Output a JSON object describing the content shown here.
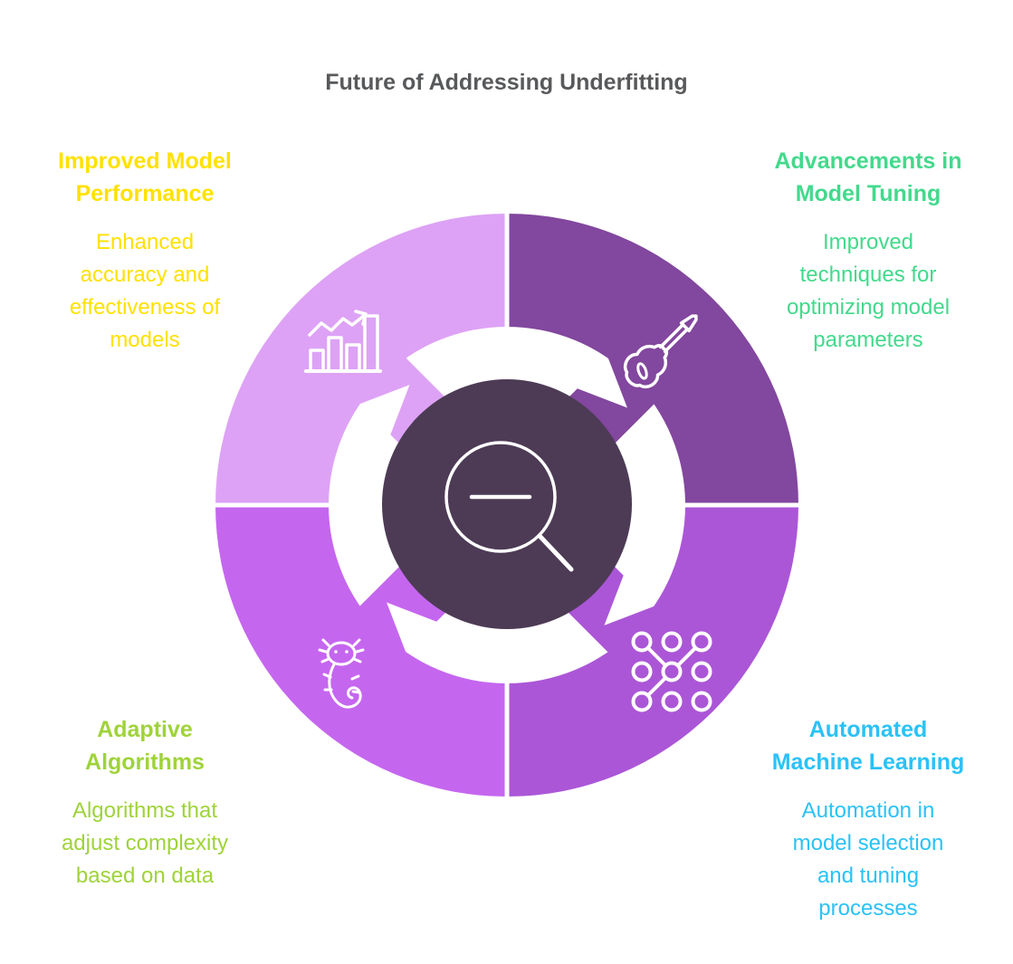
{
  "title": "Future of Addressing Underfitting",
  "center": {
    "icon": "zoom-out-magnifier-icon",
    "color": "#4d3b55",
    "icon_color": "#ffffff"
  },
  "divider_color": "#ffffff",
  "segments": [
    {
      "position": "top-left",
      "heading": "Improved Model\nPerformance",
      "description": "Enhanced\naccuracy and\neffectiveness of\nmodels",
      "text_color": "#ffe100",
      "segment_color": "#dda2f5",
      "icon": "bar-chart-trend-icon"
    },
    {
      "position": "top-right",
      "heading": "Advancements in\nModel Tuning",
      "description": "Improved\ntechniques for\noptimizing model\nparameters",
      "text_color": "#43d98c",
      "segment_color": "#82479e",
      "icon": "electric-guitar-icon"
    },
    {
      "position": "bottom-left",
      "heading": "Adaptive\nAlgorithms",
      "description": "Algorithms that\nadjust complexity\nbased on data",
      "text_color": "#9fd339",
      "segment_color": "#c566ef",
      "icon": "axolotl-icon"
    },
    {
      "position": "bottom-right",
      "heading": "Automated\nMachine Learning",
      "description": "Automation in\nmodel selection\nand tuning\nprocesses",
      "text_color": "#2ac2f6",
      "segment_color": "#ab56d7",
      "icon": "pattern-dots-icon"
    }
  ]
}
